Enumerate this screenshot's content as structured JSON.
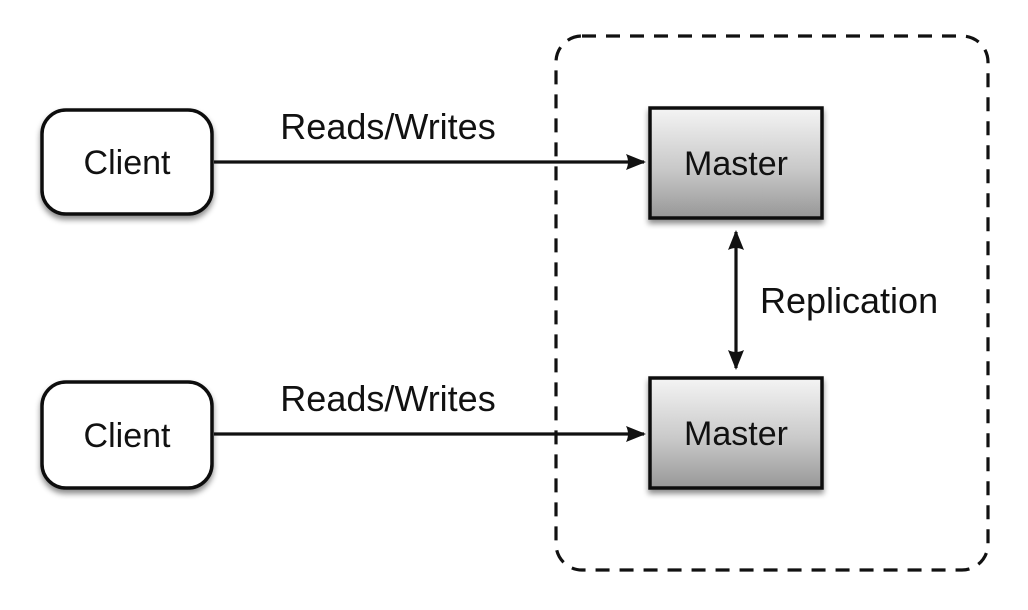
{
  "nodes": {
    "client_top": {
      "label": "Client"
    },
    "client_bottom": {
      "label": "Client"
    },
    "master_top": {
      "label": "Master"
    },
    "master_bottom": {
      "label": "Master"
    }
  },
  "edges": {
    "top_link": {
      "label": "Reads/Writes"
    },
    "bottom_link": {
      "label": "Reads/Writes"
    },
    "replication_link": {
      "label": "Replication"
    }
  },
  "colors": {
    "stroke": "#111111",
    "client_fill": "#ffffff",
    "master_gradient_top": "#f4f4f4",
    "master_gradient_mid": "#c9c9c9",
    "master_gradient_bottom": "#979797",
    "background": "#ffffff"
  }
}
